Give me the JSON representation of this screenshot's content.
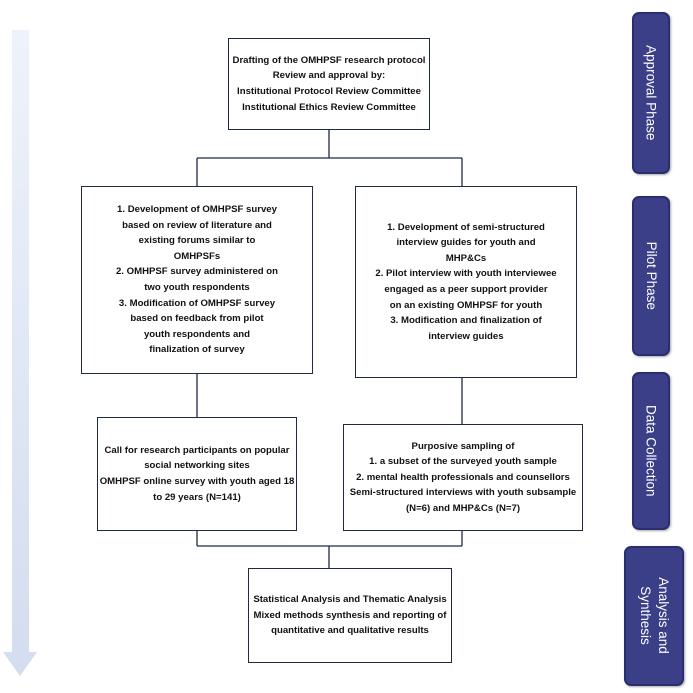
{
  "protocol_box": {
    "lines": [
      "Drafting of the OMHPSF research protocol",
      "Review and approval by:",
      "Institutional Protocol Review Committee",
      "Institutional Ethics Review Committee"
    ]
  },
  "pilot_survey_box": {
    "lines": [
      "1. Development of OMHPSF survey",
      "based on review of literature and",
      "existing forums similar to",
      "OMHPSFs",
      "2. OMHPSF survey administered on",
      "two youth respondents",
      "3. Modification of OMHPSF survey",
      "based on feedback from pilot",
      "youth respondents and",
      "finalization of survey"
    ]
  },
  "pilot_interview_box": {
    "lines": [
      "1. Development of semi-structured",
      "interview guides for youth and",
      "MHP&Cs",
      "2. Pilot interview with youth interviewee",
      "engaged as a peer support provider",
      "on an existing OMHPSF for youth",
      "3. Modification and finalization of",
      "interview guides"
    ]
  },
  "survey_collection_box": {
    "lines": [
      "Call for research participants on popular",
      "social networking sites",
      "OMHPSF online survey with youth aged 18",
      "to 29 years (N=141)"
    ]
  },
  "interview_collection_box": {
    "lines": [
      "Purposive sampling of",
      "1. a subset of the surveyed youth sample",
      "2. mental health professionals and counsellors",
      "Semi-structured interviews with youth subsample",
      "(N=6) and MHP&Cs (N=7)"
    ]
  },
  "analysis_box": {
    "lines": [
      "Statistical Analysis and Thematic Analysis",
      "Mixed methods synthesis and reporting of",
      "quantitative and qualitative results"
    ]
  },
  "phases": {
    "approval": [
      "Approval Phase"
    ],
    "pilot": [
      "Pilot Phase"
    ],
    "data_collection": [
      "Data Collection"
    ],
    "analysis": [
      "Analysis and",
      "Synthesis"
    ]
  },
  "colors": {
    "phase_fill": "#3a3f87",
    "arrow_fill": "#dce4f3",
    "connector": "#1f2a44"
  }
}
